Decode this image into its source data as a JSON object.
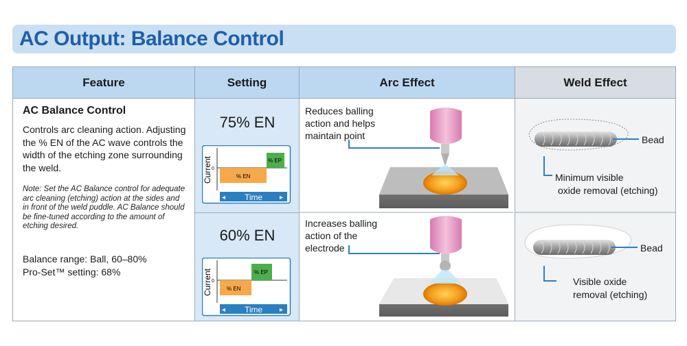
{
  "title": "AC Output: Balance Control",
  "headers": {
    "feature": "Feature",
    "setting": "Setting",
    "arc_effect": "Arc Effect",
    "weld_effect": "Weld Effect"
  },
  "feature": {
    "title": "AC Balance Control",
    "description": "Controls arc cleaning action. Adjusting the % EN of the AC wave controls the width of the etching zone surrounding the weld.",
    "note": "Note: Set the AC Balance control for adequate arc cleaning (etching) action at the sides and in front of the weld puddle. AC Balance should be fine-tuned according to the amount of etching desired.",
    "range_line1": "Balance range: Ball, 60–80%",
    "range_line2": "Pro-Set™ setting: 68%"
  },
  "rows": [
    {
      "setting": "75% EN",
      "en_percent": 75,
      "graph": {
        "y_label": "Current",
        "zero": "0",
        "x_label": "Time",
        "en_label": "% EN",
        "ep_label": "% EP"
      },
      "arc_effect": "Reduces balling action and helps maintain point",
      "weld_bead_label": "Bead",
      "weld_effect_line1": "Minimum visible",
      "weld_effect_line2": "oxide removal (etching)"
    },
    {
      "setting": "60% EN",
      "en_percent": 60,
      "graph": {
        "y_label": "Current",
        "zero": "0",
        "x_label": "Time",
        "en_label": "% EN",
        "ep_label": "% EP"
      },
      "arc_effect": "Increases balling action of the electrode",
      "weld_bead_label": "Bead",
      "weld_effect_line1": "Visible oxide",
      "weld_effect_line2": "removal (etching)"
    }
  ],
  "colors": {
    "title": "#1f5fa8",
    "header_bg": "#bcd8f0",
    "en_block": "#f5a94a",
    "ep_block": "#4cae4c",
    "accent_line": "#2a7fc1",
    "electrode": "#e59ac6",
    "puddle": "#f39a1a"
  }
}
